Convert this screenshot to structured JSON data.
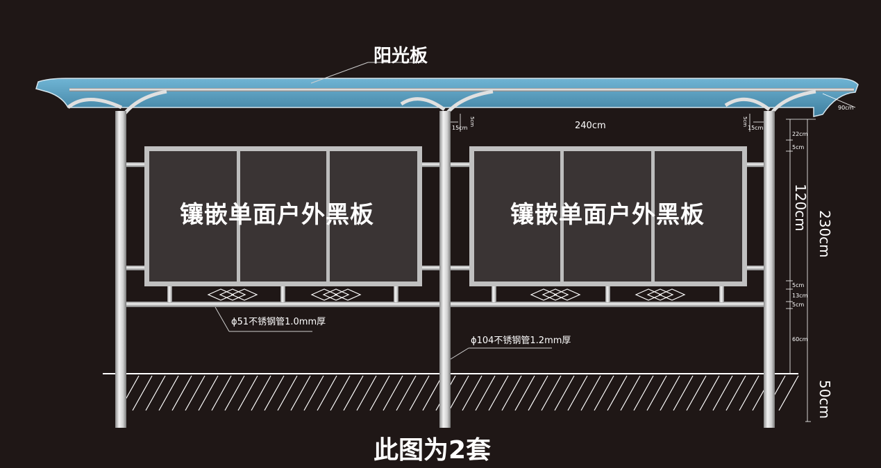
{
  "canopy_label": "阳光板",
  "board_label": "镶嵌单面户外黑板",
  "footer_text": "此图为2套",
  "pipe_small_label": "ϕ51不锈钢管1.0mm厚",
  "pipe_large_label": "ϕ104不锈钢管1.2mm厚",
  "dimensions": {
    "depth": "90cm",
    "width": "240cm",
    "gap_side": "15cm",
    "gap_top": "5cm",
    "top_margin": "22cm",
    "top_frame": "5cm",
    "board_height": "120cm",
    "total_height": "230cm",
    "frame_bottom": "5cm",
    "mid_gap": "13cm",
    "bottom_bar": "5cm",
    "base_height": "60cm",
    "underground": "50cm"
  },
  "colors": {
    "background": "#1f1716",
    "canopy": "#4f93b5",
    "steel": "#c9c9c9",
    "board": "#3a3434"
  }
}
